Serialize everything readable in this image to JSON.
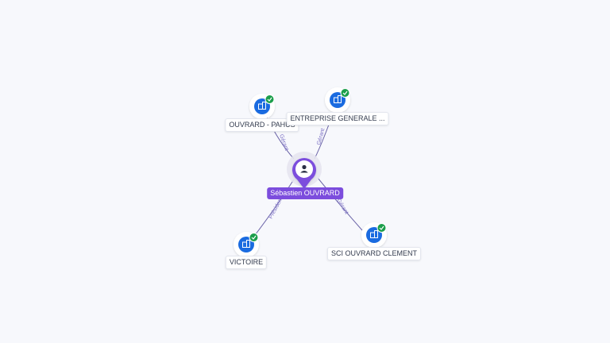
{
  "colors": {
    "background": "#f7f8fc",
    "person_accent": "#7c4ddd",
    "company_blue": "#1a6be0",
    "verified_green": "#1b9e4b",
    "edge": "#6b64a8"
  },
  "person": {
    "name": "Sébastien OUVRARD",
    "icon": "person-icon"
  },
  "companies": [
    {
      "name": "OUVRARD - PAHUS",
      "icon": "company-building-icon",
      "verified": true,
      "relation": "Gérant"
    },
    {
      "name": "ENTREPRISE GENERALE ...",
      "icon": "company-building-icon",
      "verified": true,
      "relation": "Gérant"
    },
    {
      "name": "VICTOIRE",
      "icon": "company-building-icon",
      "verified": true,
      "relation": "Président"
    },
    {
      "name": "SCI OUVRARD CLEMENT",
      "icon": "company-building-icon",
      "verified": true,
      "relation": "Gérant"
    }
  ]
}
